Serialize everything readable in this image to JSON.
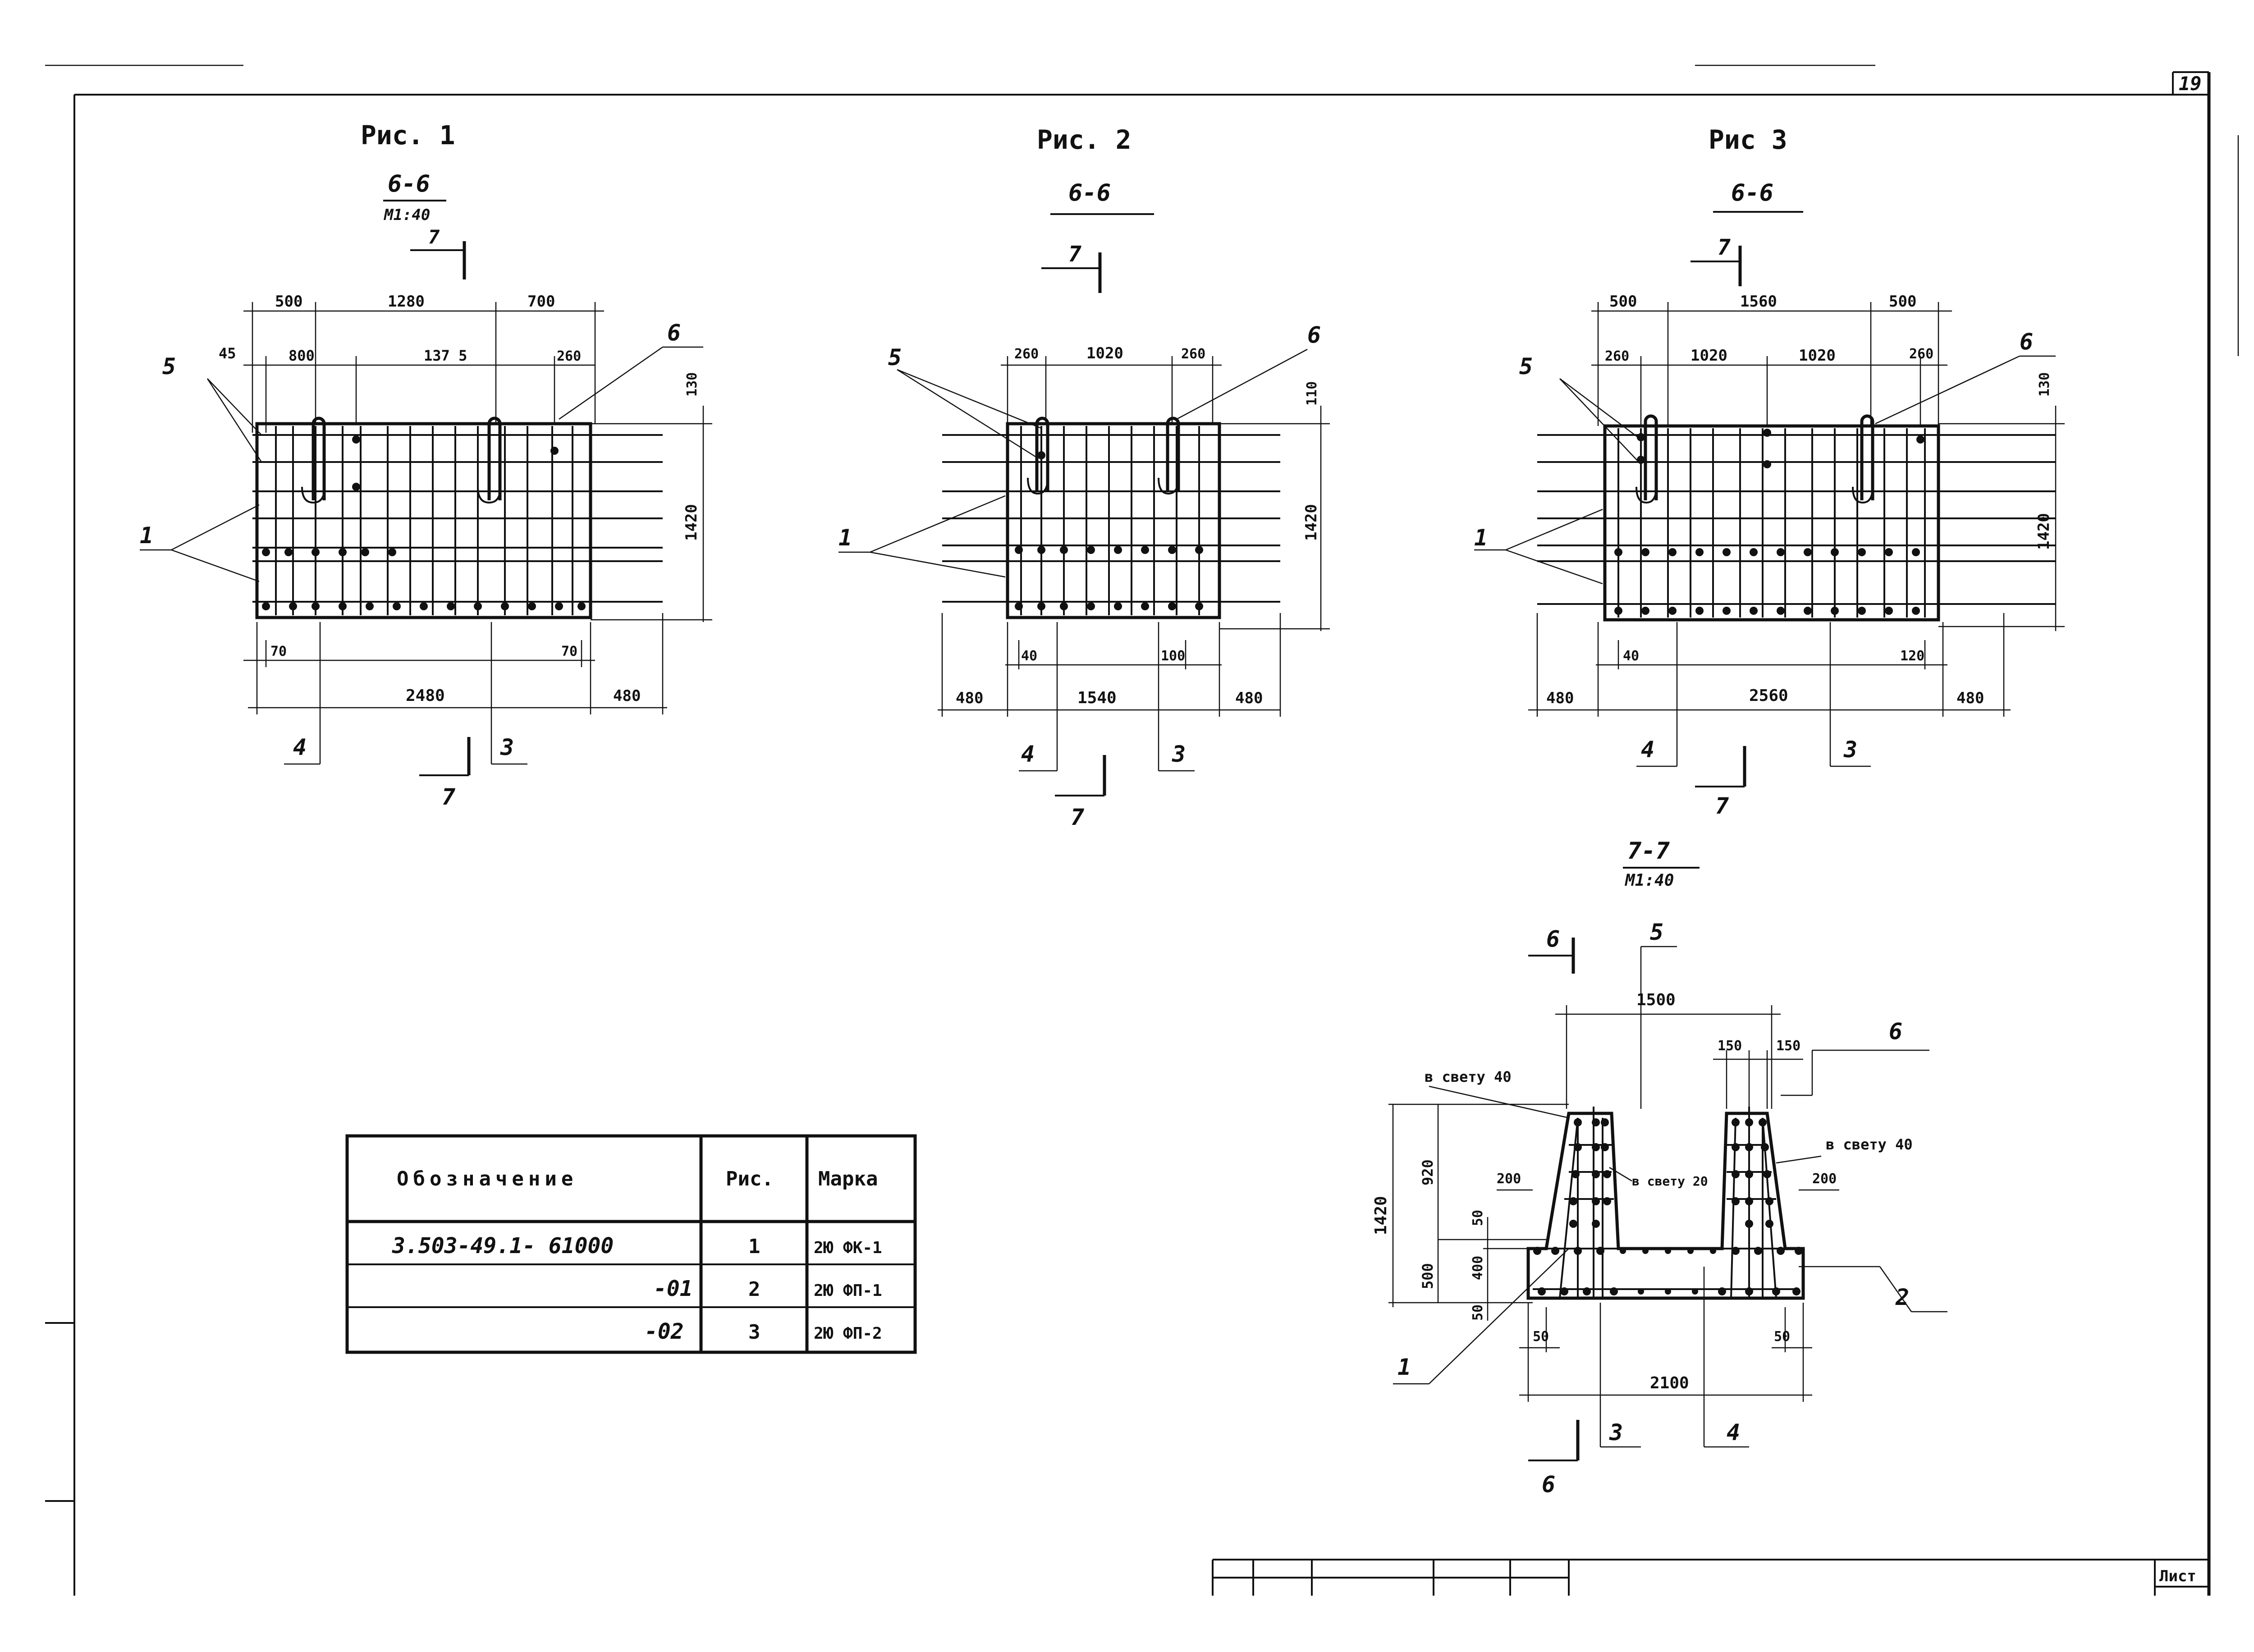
{
  "page_number": "19",
  "sheet_label": "Лист",
  "fig1": {
    "title": "Рис. 1",
    "section": "6-6",
    "scale": "М1:40",
    "cut_mark": "7",
    "dims_top": [
      "500",
      "1280",
      "700"
    ],
    "dims_second": [
      "45",
      "800",
      "137 5",
      "260"
    ],
    "dim_right_small": "130",
    "dim_right": "1420",
    "dims_bottom_small": [
      "70",
      "70"
    ],
    "dim_bottom": "2480",
    "dim_extra": "480",
    "callouts": [
      "5",
      "6",
      "1",
      "4",
      "3"
    ]
  },
  "fig2": {
    "title": "Рис. 2",
    "section": "6-6",
    "cut_mark": "7",
    "dims_top": [
      "260",
      "1020",
      "260"
    ],
    "dim_right_small": "110",
    "dim_right": "1420",
    "dims_bottom_small": [
      "40",
      "100"
    ],
    "dim_bottom": "1540",
    "dim_extra": [
      "480",
      "480"
    ],
    "callouts": [
      "5",
      "6",
      "1",
      "4",
      "3"
    ]
  },
  "fig3": {
    "title": "Рис 3",
    "section": "6-6",
    "cut_mark": "7",
    "dims_top": [
      "500",
      "1560",
      "500"
    ],
    "dims_second": [
      "260",
      "1020",
      "1020",
      "260"
    ],
    "dim_right_small": "130",
    "dim_right": "1420",
    "dims_bottom_small": [
      "40",
      "120"
    ],
    "dim_bottom": "2560",
    "dim_extra": [
      "480",
      "480"
    ],
    "callouts": [
      "5",
      "6",
      "1",
      "4",
      "3"
    ]
  },
  "section77": {
    "section": "7-7",
    "scale": "М1:40",
    "cut_mark": "6",
    "dim_top": "1500",
    "dims_150": [
      "150",
      "150"
    ],
    "dims_200": [
      "200",
      "200"
    ],
    "dims_left": [
      "1420",
      "920",
      "500",
      "50",
      "400",
      "50"
    ],
    "dims_bottom_small": [
      "50",
      "50"
    ],
    "dim_bottom": "2100",
    "notes": [
      "в свету 40",
      "в свету 40",
      "в свету 20"
    ],
    "callouts": [
      "5",
      "6",
      "1",
      "2",
      "3",
      "4"
    ]
  },
  "table": {
    "headers": [
      "Обозначение",
      "Рис.",
      "Марка"
    ],
    "rows": [
      [
        "3.503-49.1- 61000",
        "1",
        "2Ю ФК-1"
      ],
      [
        "-01",
        "2",
        "2Ю ФП-1"
      ],
      [
        "-02",
        "3",
        "2Ю ФП-2"
      ]
    ]
  }
}
